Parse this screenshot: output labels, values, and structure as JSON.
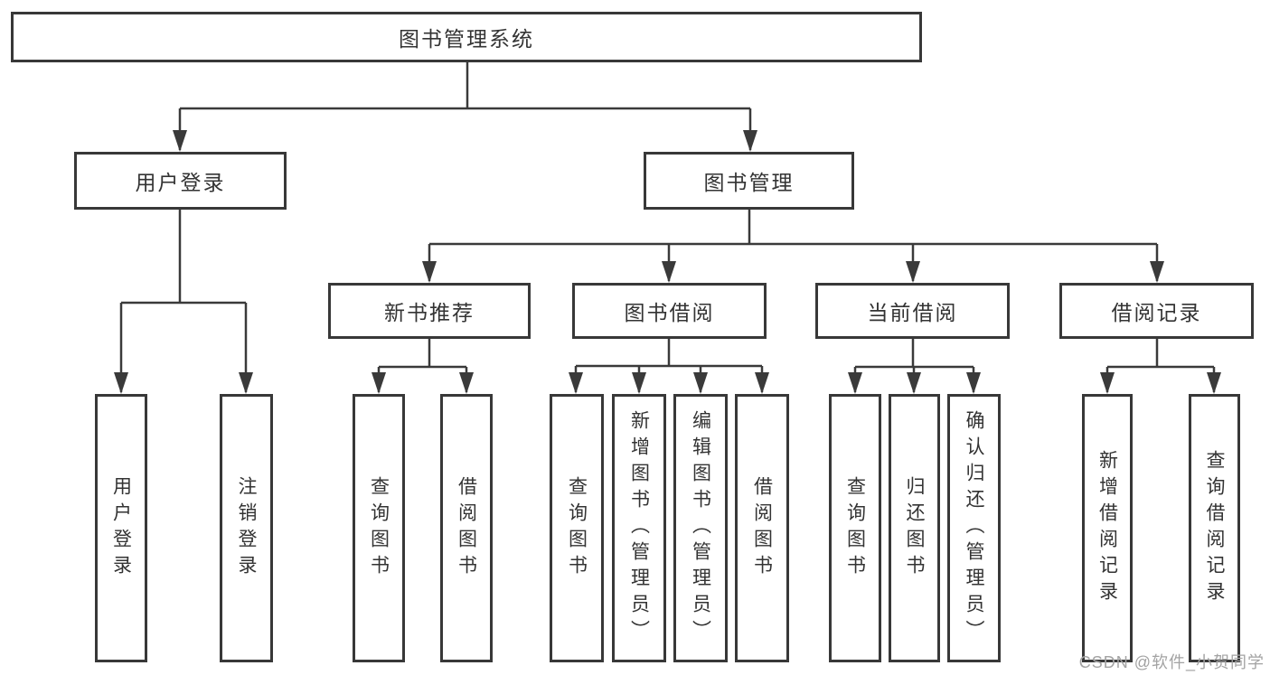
{
  "watermark": "CSDN @软件_小贺同学",
  "colors": {
    "line": "#3a3a3a",
    "box_border": "#383838",
    "text": "#333333",
    "background": "#ffffff",
    "watermark": "#a3a3a3"
  },
  "tree": {
    "root": {
      "label": "图书管理系统"
    },
    "branches": [
      {
        "label": "用户登录",
        "children": [
          {
            "label": "用户登录"
          },
          {
            "label": "注销登录"
          }
        ]
      },
      {
        "label": "图书管理",
        "children": [
          {
            "label": "新书推荐",
            "children": [
              {
                "label": "查询图书"
              },
              {
                "label": "借阅图书"
              }
            ]
          },
          {
            "label": "图书借阅",
            "children": [
              {
                "label": "查询图书"
              },
              {
                "label": "新增图书（管理员）"
              },
              {
                "label": "编辑图书（管理员）"
              },
              {
                "label": "借阅图书"
              }
            ]
          },
          {
            "label": "当前借阅",
            "children": [
              {
                "label": "查询图书"
              },
              {
                "label": "归还图书"
              },
              {
                "label": "确认归还（管理员）"
              }
            ]
          },
          {
            "label": "借阅记录",
            "children": [
              {
                "label": "新增借阅记录"
              },
              {
                "label": "查询借阅记录"
              }
            ]
          }
        ]
      }
    ]
  }
}
